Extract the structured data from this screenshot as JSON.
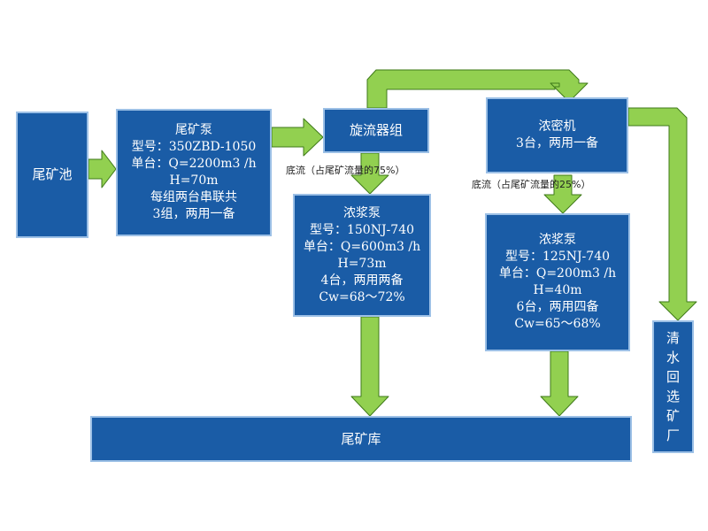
{
  "colors": {
    "box_fill": "#1a5ca6",
    "box_border": "#9cc0e6",
    "arrow_fill": "#92d050",
    "arrow_stroke": "#3f7a1a"
  },
  "nodes": {
    "pond": {
      "title": "尾矿池"
    },
    "tailings_pump": {
      "title": "尾矿泵",
      "model": "型号：350ZBD-1050",
      "unit": "单台：Q=2200m3 /h",
      "head": "H=70m",
      "note1": "每组两台串联共",
      "note2": "3组，两用一备"
    },
    "cyclone": {
      "title": "旋流器组"
    },
    "slurry_pump_1": {
      "title": "浓浆泵",
      "model": "型号：150NJ-740",
      "unit": "单台：Q=600m3 /h",
      "head": "H=73m",
      "count": "4台，两用两备",
      "cw": "Cw=68～72%"
    },
    "thickener": {
      "title": "浓密机",
      "count": "3台，两用一备"
    },
    "slurry_pump_2": {
      "title": "浓浆泵",
      "model": "型号：125NJ-740",
      "unit": "单台：Q=200m3 /h",
      "head": "H=40m",
      "count": "6台，两用四备",
      "cw": "Cw=65～68%"
    },
    "reservoir": {
      "title": "尾矿库"
    },
    "return_water": {
      "title": "清水回选矿厂"
    }
  },
  "labels": {
    "underflow_cyclone": "底流（占尾矿流量的75%）",
    "underflow_thickener": "底流（占尾矿流量的25%）"
  }
}
